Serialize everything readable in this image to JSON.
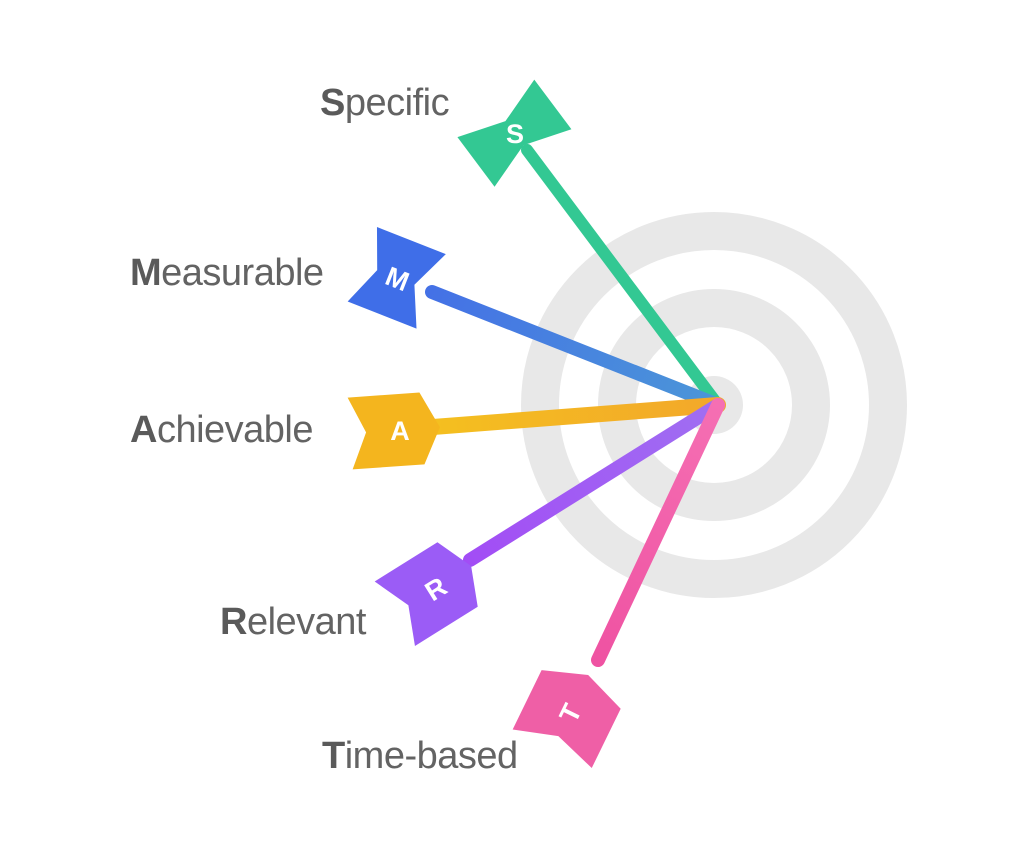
{
  "diagram": {
    "target_color": "#e8e8e8",
    "items": [
      {
        "letter": "S",
        "rest": "pecific",
        "color": "#33c893"
      },
      {
        "letter": "M",
        "rest": "easurable",
        "color": "#3f6ee8"
      },
      {
        "letter": "A",
        "rest": "chievable",
        "color": "#f4b51e"
      },
      {
        "letter": "R",
        "rest": "elevant",
        "color": "#9b5cf6"
      },
      {
        "letter": "T",
        "rest": "ime-based",
        "color": "#ef5fa6"
      }
    ]
  }
}
